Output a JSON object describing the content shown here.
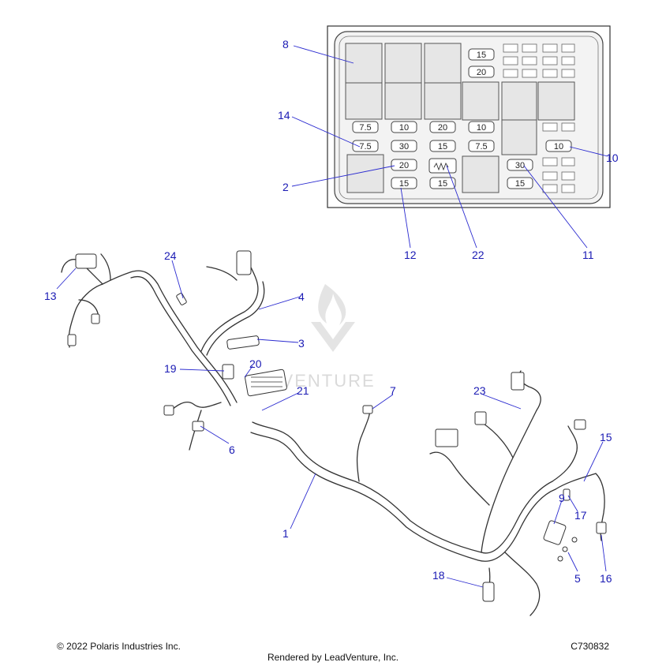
{
  "watermark": "ADVENTURE",
  "fuse_values": {
    "r1a": "15",
    "r1b": "20",
    "r3a": "7.5",
    "r3b": "10",
    "r3c": "20",
    "r3d": "10",
    "r4a": "7.5",
    "r4b": "30",
    "r4c": "15",
    "r4d": "7.5",
    "r4e": "10",
    "r5a": "20",
    "r5b": "30",
    "r6a": "15",
    "r6b": "15",
    "r6c": "15"
  },
  "callouts": {
    "c8": "8",
    "c14": "14",
    "c2": "2",
    "c10": "10",
    "c12": "12",
    "c22": "22",
    "c11": "11",
    "c24": "24",
    "c13": "13",
    "c4": "4",
    "c3": "3",
    "c19": "19",
    "c20": "20",
    "c21": "21",
    "c7": "7",
    "c23": "23",
    "c6": "6",
    "c15": "15",
    "c9": "9",
    "c17": "17",
    "c1": "1",
    "c18": "18",
    "c5": "5",
    "c16": "16"
  },
  "footer": {
    "copyright": "© 2022 Polaris Industries Inc.",
    "diagram_id": "C730832",
    "rendered_by": "Rendered by LeadVenture, Inc."
  }
}
